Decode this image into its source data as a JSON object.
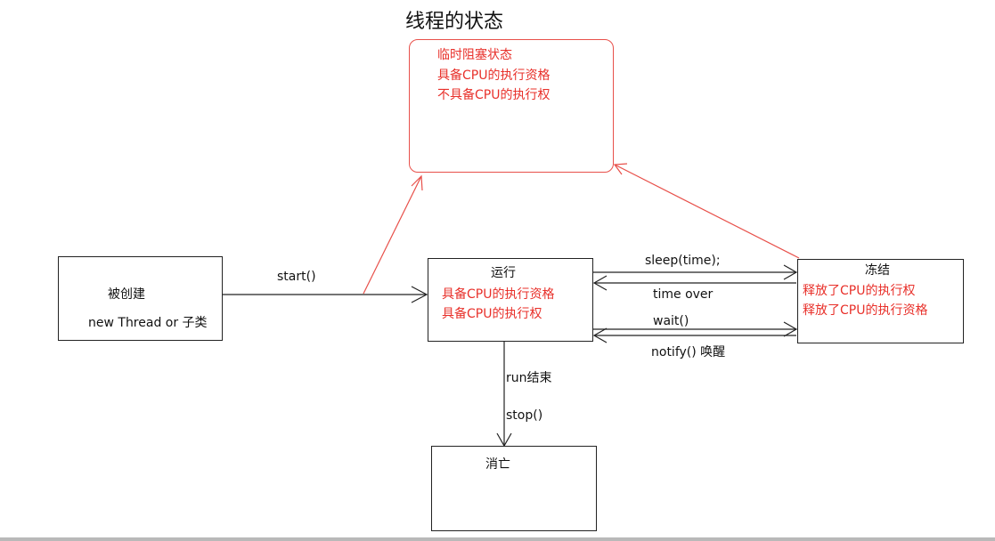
{
  "title": "线程的状态",
  "states": {
    "blocked": {
      "lines": [
        "临时阻塞状态",
        "具备CPU的执行资格",
        "不具备CPU的执行权"
      ]
    },
    "created": {
      "name": "被创建",
      "sub": "new Thread or 子类"
    },
    "running": {
      "name": "运行",
      "lines": [
        "具备CPU的执行资格",
        "具备CPU的执行权"
      ]
    },
    "frozen": {
      "name": "冻结",
      "lines": [
        "释放了CPU的执行权",
        "释放了CPU的执行资格"
      ]
    },
    "dead": {
      "name": "消亡"
    }
  },
  "transitions": {
    "start": "start()",
    "sleep": "sleep(time);",
    "time_over": "time over",
    "wait": "wait()",
    "notify": "notify() 唤醒",
    "run_end": "run结束",
    "stop": "stop()"
  },
  "colors": {
    "highlight": "#e8302a",
    "blocked_border": "#e8504a",
    "line": "#222222"
  }
}
